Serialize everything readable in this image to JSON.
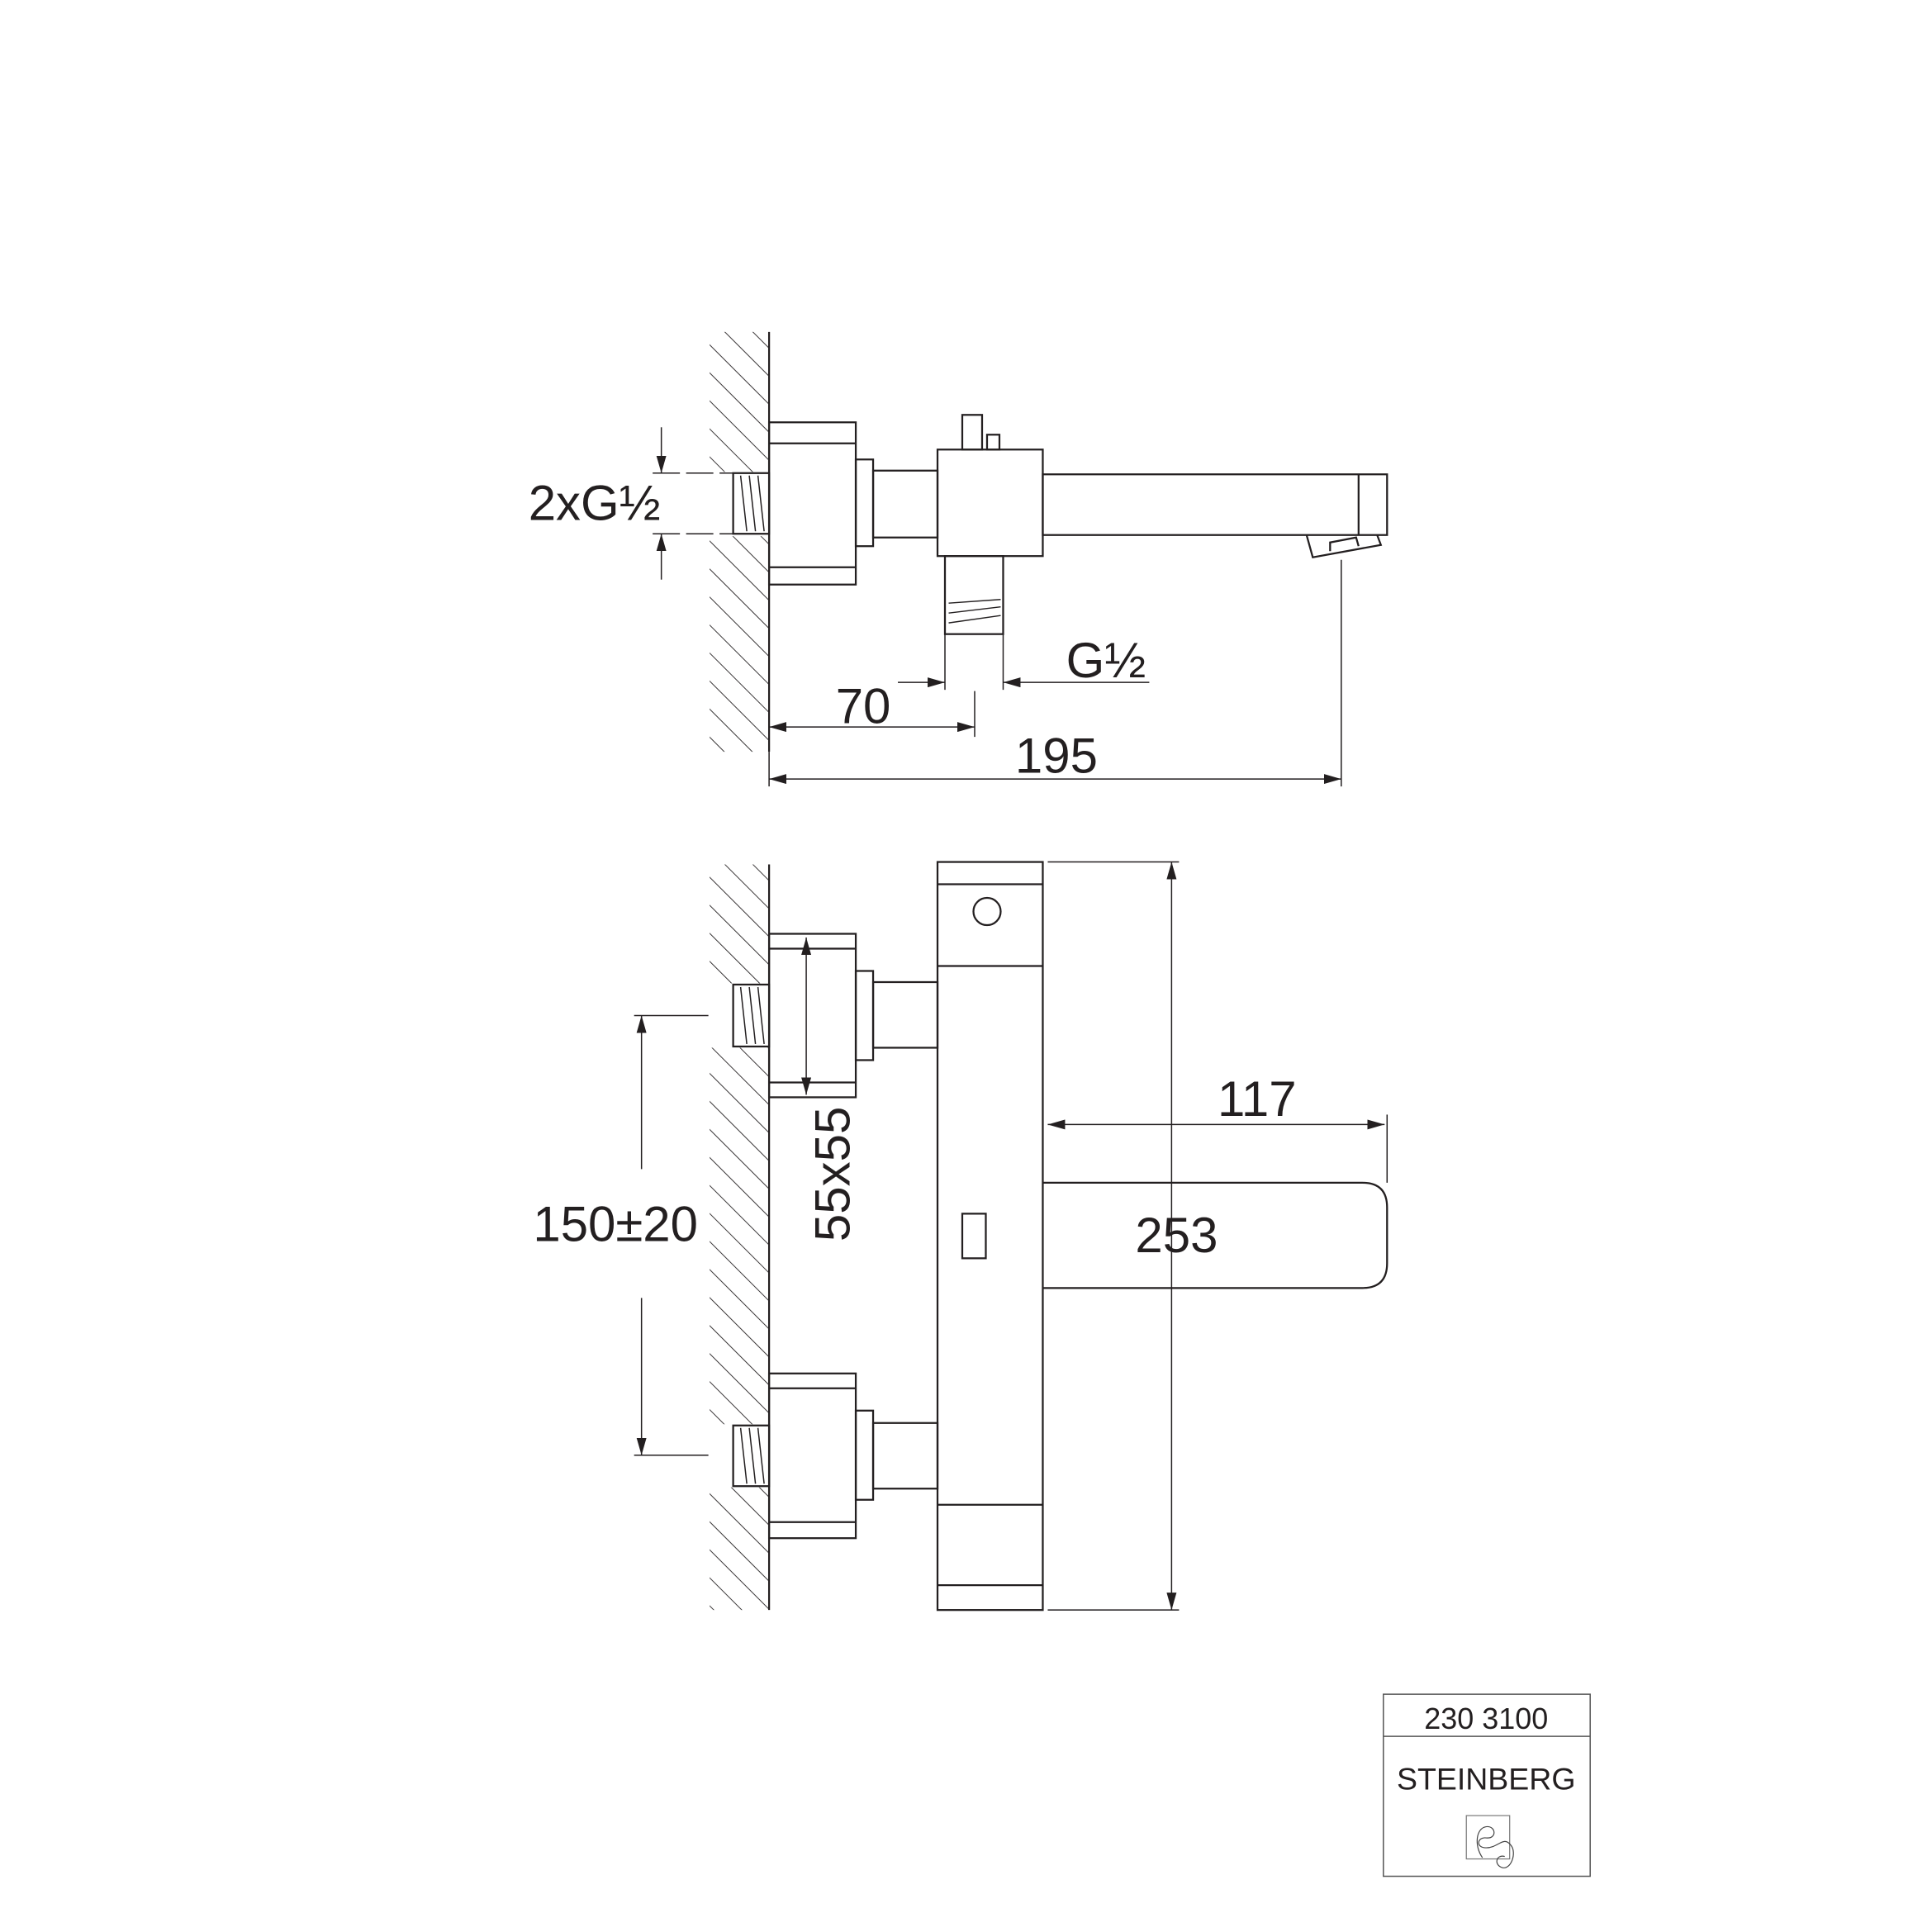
{
  "drawing": {
    "top_view": {
      "inlet_thread_label": "2xG½",
      "outlet_thread_label": "G½",
      "dim_inlet_to_outlet": "70",
      "dim_total_projection": "195"
    },
    "front_view": {
      "dim_inlet_spacing": "150±20",
      "dim_flange_size": "55x55",
      "dim_spout_length": "117",
      "dim_body_height": "253"
    },
    "title_block": {
      "article_number": "230 3100",
      "brand": "STEINBERG"
    },
    "colors": {
      "line": "#231f20",
      "background": "#ffffff"
    }
  }
}
